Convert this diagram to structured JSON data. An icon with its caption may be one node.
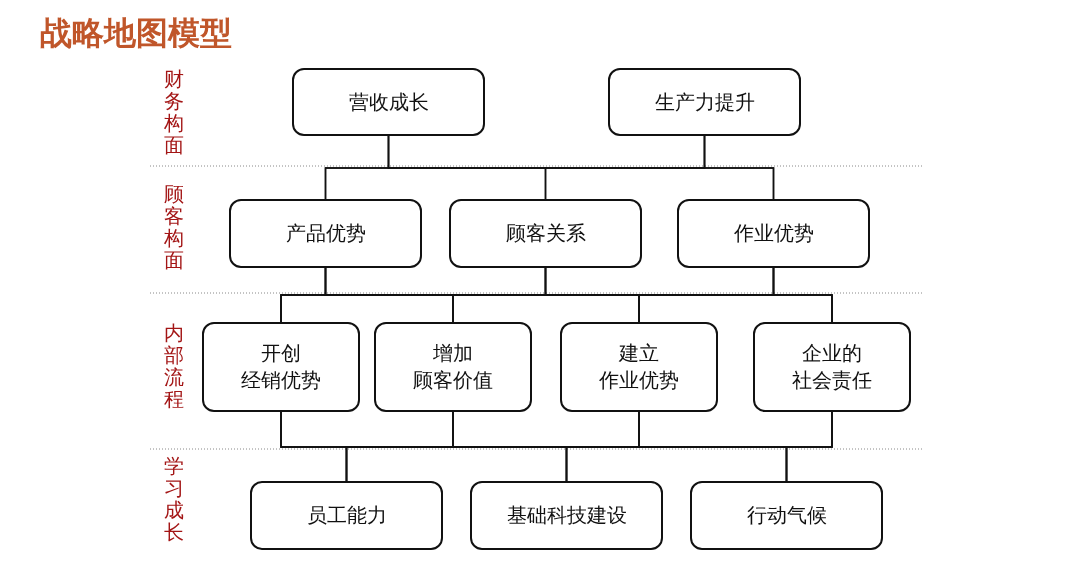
{
  "diagram": {
    "title": "战略地图模型",
    "nodes": [
      {
        "text": [
          "营收成长"
        ]
      },
      {
        "text": [
          "生产力提升"
        ]
      },
      {
        "text": [
          "产品优势"
        ]
      },
      {
        "text": [
          "顾客关系"
        ]
      },
      {
        "text": [
          "作业优势"
        ]
      },
      {
        "text": [
          "开创",
          "经销优势"
        ]
      },
      {
        "text": [
          "增加",
          "顾客价值"
        ]
      },
      {
        "text": [
          "建立",
          "作业优势"
        ]
      },
      {
        "text": [
          "企业的",
          "社会责任"
        ]
      },
      {
        "text": [
          "员工能力"
        ]
      },
      {
        "text": [
          "基础科技建设"
        ]
      },
      {
        "text": [
          "行动气候"
        ]
      }
    ],
    "edges": [
      {
        "from": 0,
        "to": 2,
        "arrow": "none"
      },
      {
        "from": 0,
        "to": 3,
        "arrow": "none"
      },
      {
        "from": 0,
        "to": 4,
        "arrow": "none"
      },
      {
        "from": 1,
        "to": 2,
        "arrow": "none"
      },
      {
        "from": 1,
        "to": 3,
        "arrow": "none"
      },
      {
        "from": 1,
        "to": 4,
        "arrow": "none"
      },
      {
        "from": 2,
        "to": 5,
        "arrow": "none"
      },
      {
        "from": 2,
        "to": 6,
        "arrow": "none"
      },
      {
        "from": 2,
        "to": 7,
        "arrow": "none"
      },
      {
        "from": 2,
        "to": 8,
        "arrow": "none"
      },
      {
        "from": 3,
        "to": 5,
        "arrow": "none"
      },
      {
        "from": 3,
        "to": 6,
        "arrow": "none"
      },
      {
        "from": 3,
        "to": 7,
        "arrow": "none"
      },
      {
        "from": 3,
        "to": 8,
        "arrow": "none"
      },
      {
        "from": 4,
        "to": 5,
        "arrow": "none"
      },
      {
        "from": 4,
        "to": 6,
        "arrow": "none"
      },
      {
        "from": 4,
        "to": 7,
        "arrow": "none"
      },
      {
        "from": 4,
        "to": 8,
        "arrow": "none"
      },
      {
        "from": 5,
        "to": 9,
        "arrow": "none"
      },
      {
        "from": 5,
        "to": 10,
        "arrow": "none"
      },
      {
        "from": 5,
        "to": 11,
        "arrow": "none"
      },
      {
        "from": 6,
        "to": 9,
        "arrow": "none"
      },
      {
        "from": 6,
        "to": 10,
        "arrow": "none"
      },
      {
        "from": 6,
        "to": 11,
        "arrow": "none"
      },
      {
        "from": 7,
        "to": 9,
        "arrow": "none"
      },
      {
        "from": 7,
        "to": 10,
        "arrow": "none"
      },
      {
        "from": 7,
        "to": 11,
        "arrow": "none"
      },
      {
        "from": 8,
        "to": 9,
        "arrow": "none"
      },
      {
        "from": 8,
        "to": 10,
        "arrow": "none"
      },
      {
        "from": 8,
        "to": 11,
        "arrow": "none"
      }
    ],
    "labels": [
      "财务构面",
      "顾客构面",
      "内部流程",
      "学习成长"
    ]
  }
}
